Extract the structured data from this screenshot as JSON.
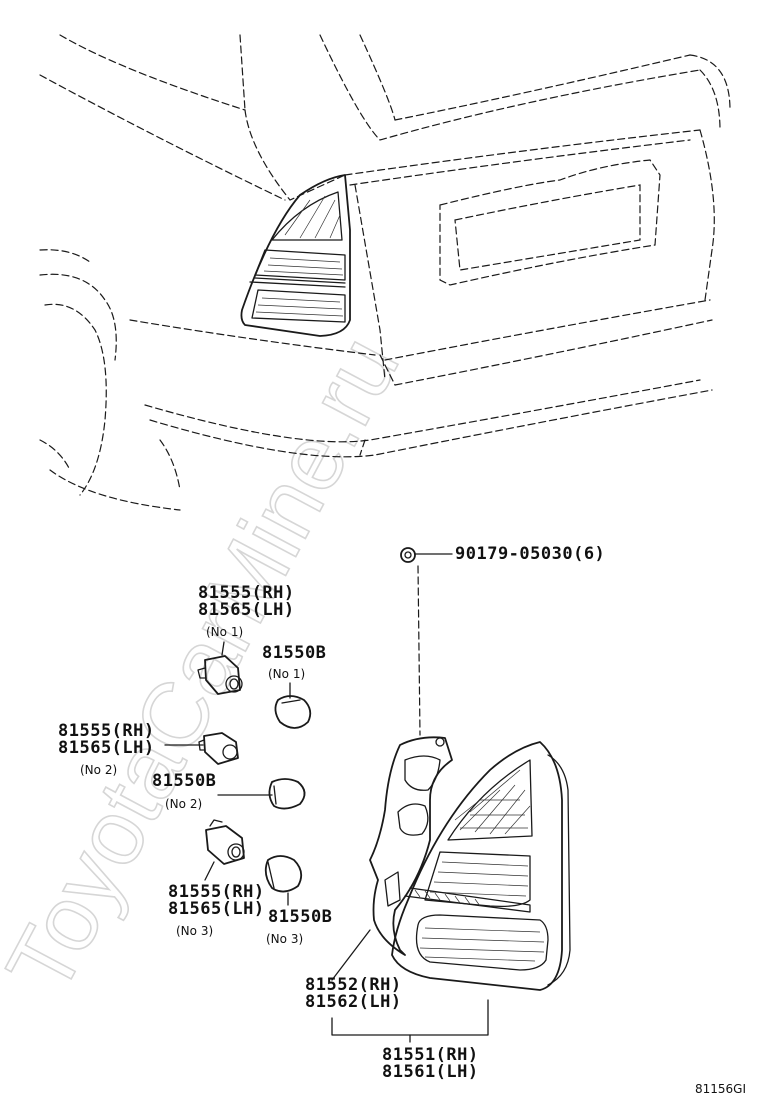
{
  "watermark": "ToyotaCarMine.ru",
  "diagram_code": "81156GI",
  "parts": {
    "nut": {
      "number": "90179-05030(6)"
    },
    "socket_no1": {
      "rh": "81555(RH)",
      "lh": "81565(LH)",
      "note": "(No 1)"
    },
    "bulb_no1": {
      "number": "81550B",
      "note": "(No 1)"
    },
    "socket_no2": {
      "rh": "81555(RH)",
      "lh": "81565(LH)",
      "note": "(No 2)"
    },
    "bulb_no2": {
      "number": "81550B",
      "note": "(No 2)"
    },
    "socket_no3": {
      "rh": "81555(RH)",
      "lh": "81565(LH)",
      "note": "(No 3)"
    },
    "bulb_no3": {
      "number": "81550B",
      "note": "(No 3)"
    },
    "lens_body": {
      "rh": "81552(RH)",
      "lh": "81562(LH)"
    },
    "lamp_assy": {
      "rh": "81551(RH)",
      "lh": "81561(LH)"
    }
  }
}
